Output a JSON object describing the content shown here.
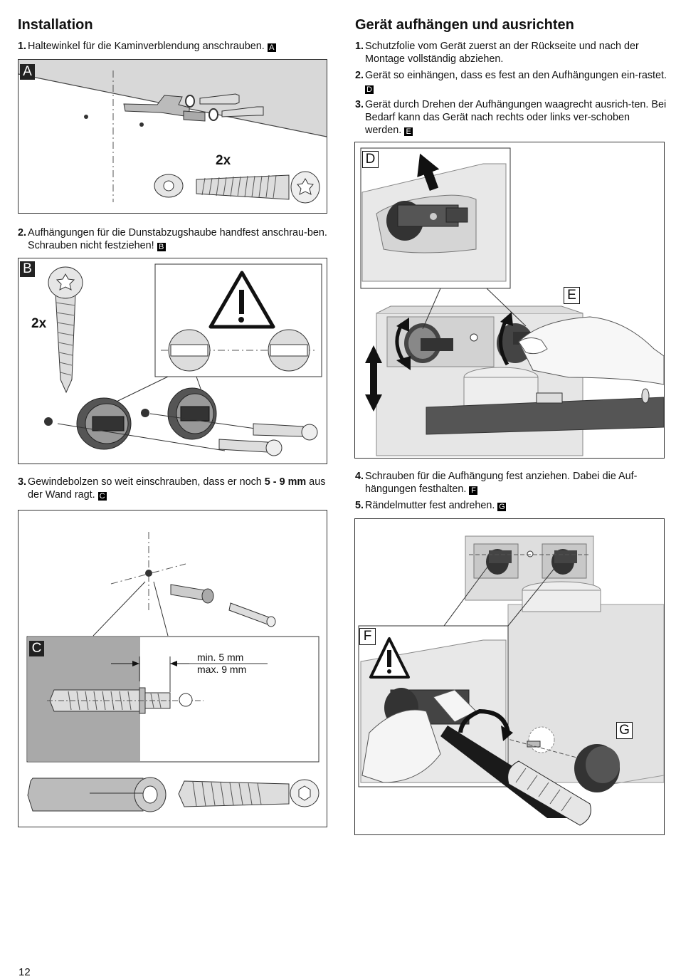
{
  "left": {
    "heading": "Installation",
    "steps": [
      {
        "num": "1.",
        "text": "Haltewinkel für die Kaminverblendung anschrauben.",
        "ref": "A"
      },
      {
        "num": "2.",
        "text": "Aufhängungen für die Dunstabzugshaube handfest anschrau-ben. Schrauben nicht festziehen!",
        "ref": "B"
      },
      {
        "num": "3.",
        "text_before": "Gewindebolzen so weit einschrauben, dass er noch ",
        "text_bold": "5 - 9 mm",
        "text_after": " aus der Wand ragt.",
        "ref": "C"
      }
    ]
  },
  "right": {
    "heading": "Gerät aufhängen und ausrichten",
    "steps": [
      {
        "num": "1.",
        "text": "Schutzfolie vom Gerät zuerst an der Rückseite und nach der Montage vollständig abziehen."
      },
      {
        "num": "2.",
        "text": "Gerät so einhängen, dass es fest an den Aufhängungen ein-rastet.",
        "ref": "D"
      },
      {
        "num": "3.",
        "text": "Gerät durch Drehen der Aufhängungen waagrecht ausrich-ten. Bei Bedarf kann das Gerät nach rechts oder links ver-schoben werden.",
        "ref": "E"
      },
      {
        "num": "4.",
        "text": "Schrauben für die Aufhängung fest anziehen. Dabei die Auf-hängungen festhalten.",
        "ref": "F"
      },
      {
        "num": "5.",
        "text": "Rändelmutter fest andrehen.",
        "ref": "G"
      }
    ]
  },
  "figures": {
    "A": {
      "label": "A",
      "multiplier": "2x"
    },
    "B": {
      "label": "B",
      "multiplier": "2x"
    },
    "C": {
      "label": "C",
      "min": "min. 5 mm",
      "max": "max. 9 mm"
    },
    "D": {
      "label": "D"
    },
    "E": {
      "label": "E"
    },
    "F": {
      "label": "F"
    },
    "G": {
      "label": "G"
    }
  },
  "page_number": "12"
}
